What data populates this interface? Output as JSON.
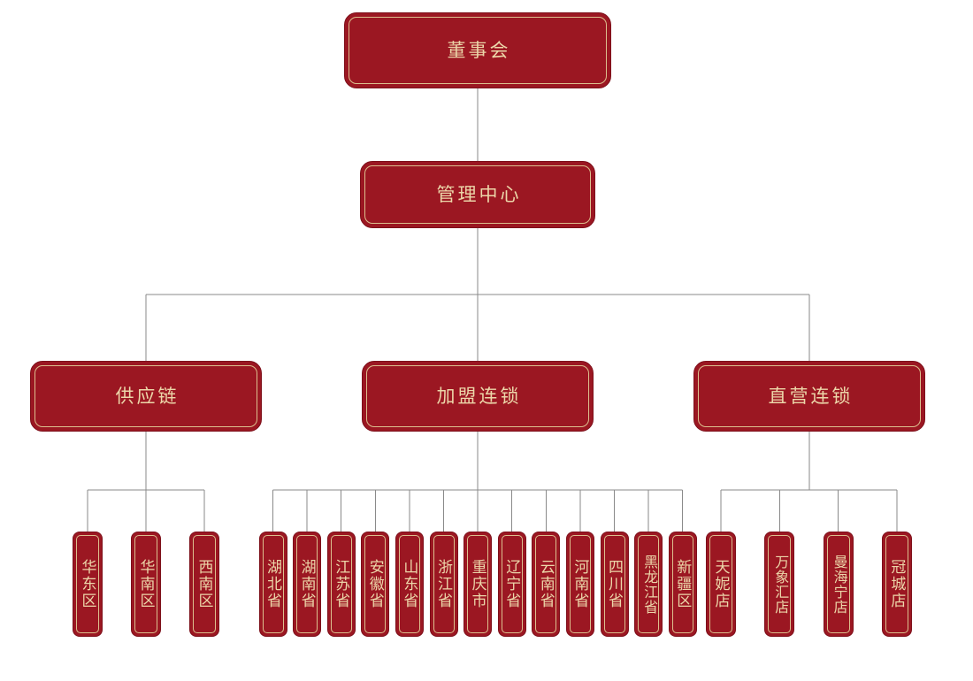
{
  "diagram": {
    "type": "org-chart",
    "root": {
      "label": "董事会"
    },
    "level2": {
      "label": "管理中心"
    },
    "groups": [
      {
        "label": "供应链",
        "children": [
          "华东区",
          "华南区",
          "西南区"
        ]
      },
      {
        "label": "加盟连锁",
        "children": [
          "湖北省",
          "湖南省",
          "江苏省",
          "安徽省",
          "山东省",
          "浙江省",
          "重庆市",
          "辽宁省",
          "云南省",
          "河南省",
          "四川省",
          "黑龙江省",
          "新疆区"
        ]
      },
      {
        "label": "直营连锁",
        "children": [
          "天妮店",
          "万象汇店",
          "曼海宁店",
          "冠城店"
        ]
      }
    ],
    "colors": {
      "box_fill": "#9b1722",
      "box_rim": "#7d101a",
      "box_inner_border": "#dcbf8e",
      "box_text": "#ecd6a9",
      "connector_line": "#8a8a8a",
      "background": "#ffffff"
    }
  }
}
